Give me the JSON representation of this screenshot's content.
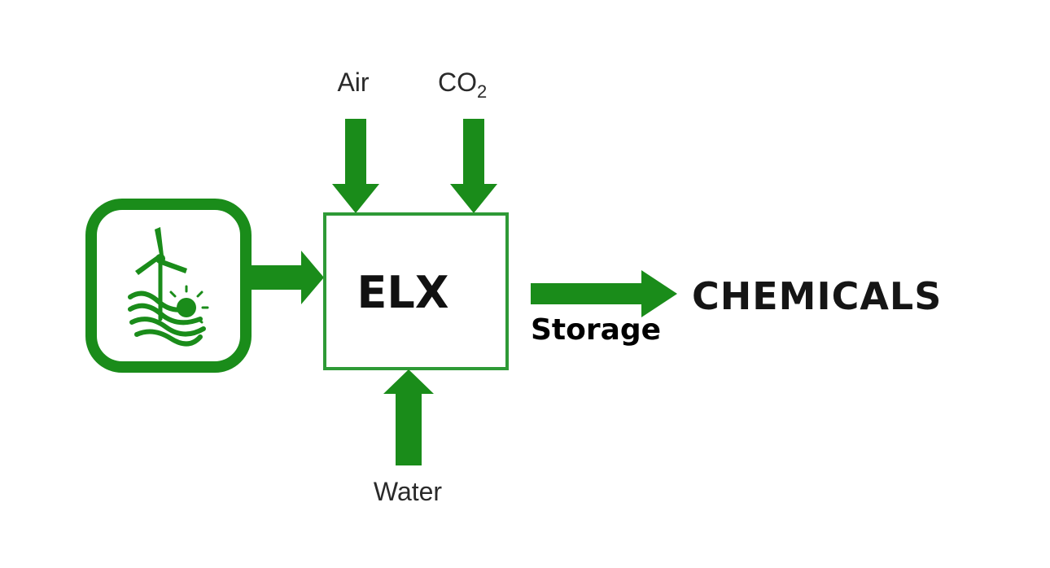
{
  "colors": {
    "accent": "#1a8c1a",
    "box_border": "#2e9a36",
    "text": "#1b1b1b"
  },
  "icons": {
    "source": "renewable-energy-icon"
  },
  "labels": {
    "air": "Air",
    "co2_main": "CO",
    "co2_sub": "2",
    "core": "ELX",
    "water": "Water",
    "output": "CHEMICALS",
    "storage": "Storage"
  }
}
